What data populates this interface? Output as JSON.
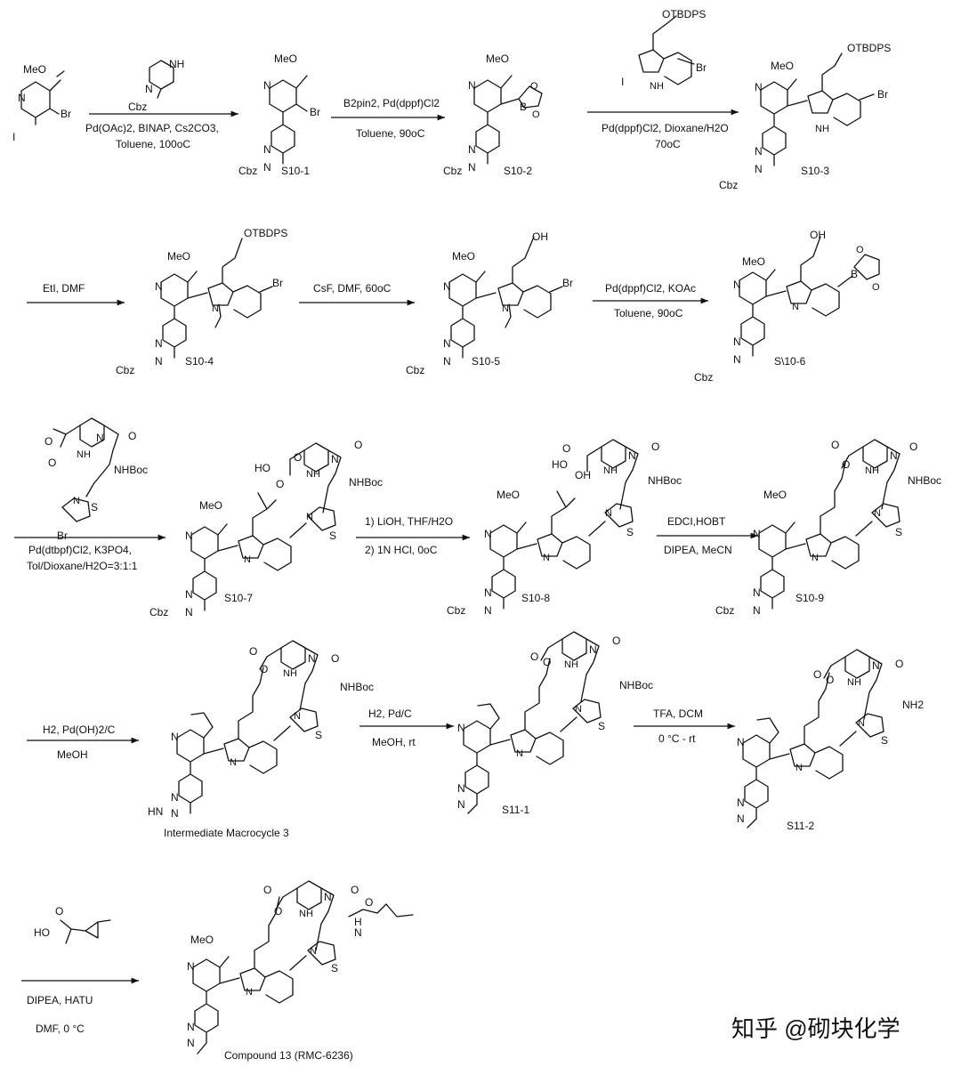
{
  "compounds": {
    "sm": {
      "atoms": [
        "MeO",
        "N",
        "Br",
        "I"
      ]
    },
    "s10_1": {
      "label": "S10-1",
      "atoms": [
        "MeO",
        "N",
        "Br",
        "N",
        "N",
        "Cbz"
      ]
    },
    "s10_2": {
      "label": "S10-2",
      "atoms": [
        "MeO",
        "N",
        "B",
        "O",
        "O",
        "N",
        "N",
        "Cbz"
      ]
    },
    "s10_3": {
      "label": "S10-3",
      "atoms": [
        "MeO",
        "OTBDPS",
        "N",
        "Br",
        "NH",
        "N",
        "N",
        "Cbz"
      ]
    },
    "s10_4": {
      "label": "S10-4",
      "atoms": [
        "MeO",
        "OTBDPS",
        "N",
        "Br",
        "N",
        "N",
        "N",
        "Cbz"
      ]
    },
    "s10_5": {
      "label": "S10-5",
      "atoms": [
        "OH",
        "MeO",
        "N",
        "Br",
        "N",
        "N",
        "N",
        "Cbz"
      ]
    },
    "s10_6": {
      "label": "S\\10-6",
      "atoms": [
        "OH",
        "MeO",
        "B",
        "O",
        "O",
        "N",
        "N",
        "N",
        "N",
        "Cbz"
      ]
    },
    "s10_7": {
      "label": "S10-7",
      "atoms": [
        "HO",
        "MeO",
        "O",
        "O",
        "NH",
        "N",
        "O",
        "NHBoc",
        "N",
        "S",
        "N",
        "N",
        "N",
        "N",
        "Cbz"
      ]
    },
    "s10_8": {
      "label": "S10-8",
      "atoms": [
        "HO",
        "MeO",
        "O",
        "OH",
        "NH",
        "N",
        "O",
        "NHBoc",
        "N",
        "S",
        "N",
        "N",
        "N",
        "N",
        "Cbz"
      ]
    },
    "s10_9": {
      "label": "S10-9",
      "atoms": [
        "MeO",
        "O",
        "O",
        "NH",
        "N",
        "O",
        "NHBoc",
        "N",
        "S",
        "N",
        "N",
        "N",
        "N",
        "Cbz"
      ]
    },
    "im3": {
      "label": "Intermediate Macrocycle 3",
      "atoms": [
        "O",
        "O",
        "NH",
        "N",
        "O",
        "NHBoc",
        "N",
        "S",
        "N",
        "N",
        "N",
        "N",
        "HN"
      ]
    },
    "s11_1": {
      "label": "S11-1",
      "atoms": [
        "O",
        "O",
        "NH",
        "N",
        "O",
        "NHBoc",
        "N",
        "S",
        "N",
        "N",
        "N",
        "N"
      ]
    },
    "s11_2": {
      "label": "S11-2",
      "atoms": [
        "O",
        "O",
        "NH",
        "N",
        "O",
        "NH2",
        "N",
        "S",
        "N",
        "N",
        "N",
        "N"
      ]
    },
    "c13": {
      "label": "Compound 13 (RMC-6236)",
      "atoms": [
        "MeO",
        "O",
        "O",
        "NH",
        "N",
        "O",
        "H",
        "N",
        "O",
        "N",
        "S",
        "N",
        "N",
        "N",
        "N"
      ]
    },
    "reagent_piperazine": {
      "atoms": [
        "NH",
        "N",
        "Cbz"
      ]
    },
    "reagent_indole": {
      "atoms": [
        "OTBDPS",
        "Br",
        "I",
        "NH"
      ]
    },
    "reagent_fragment": {
      "atoms": [
        "N",
        "O",
        "NH",
        "O",
        "O",
        "NHBoc",
        "N",
        "S",
        "Br"
      ]
    },
    "reagent_acid": {
      "atoms": [
        "HO",
        "O"
      ]
    }
  },
  "conditions": {
    "step1": [
      "Pd(OAc)2, BINAP, Cs2CO3,",
      "Toluene, 100oC"
    ],
    "step2": [
      "B2pin2, Pd(dppf)Cl2",
      "Toluene, 90oC"
    ],
    "step3": [
      "Pd(dppf)Cl2, Dioxane/H2O",
      "70oC"
    ],
    "step4": [
      "EtI, DMF"
    ],
    "step5": [
      "CsF, DMF, 60oC"
    ],
    "step6": [
      "Pd(dppf)Cl2, KOAc",
      "Toluene, 90oC"
    ],
    "step7": [
      "Pd(dtbpf)Cl2, K3PO4,",
      "Tol/Dioxane/H2O=3:1:1"
    ],
    "step8": [
      "1) LiOH, THF/H2O",
      "2) 1N HCl, 0oC"
    ],
    "step9": [
      "EDCI,HOBT",
      "DIPEA, MeCN"
    ],
    "step10": [
      "H2, Pd(OH)2/C",
      "MeOH"
    ],
    "step11": [
      "H2, Pd/C",
      "MeOH, rt"
    ],
    "step12": [
      "TFA, DCM",
      "0 °C - rt"
    ],
    "step13": [
      "DIPEA, HATU",
      "DMF, 0 °C"
    ]
  },
  "watermark": "知乎 @砌块化学"
}
